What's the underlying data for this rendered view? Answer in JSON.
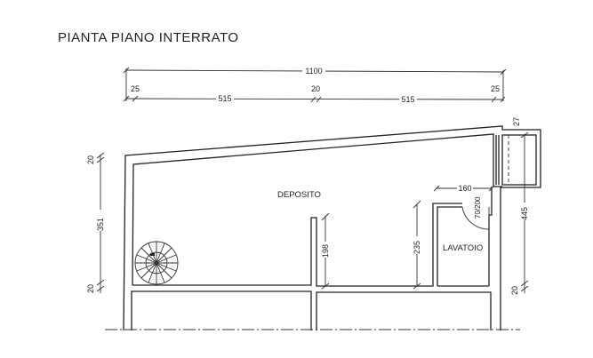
{
  "title": "PIANTA PIANO INTERRATO",
  "rooms": {
    "deposito": "DEPOSITO",
    "lavatoio": "LAVATOIO"
  },
  "dimensions": {
    "total_width": "1100",
    "left_wall": "25",
    "left_span": "515",
    "mid_wall": "20",
    "right_span": "515",
    "right_wall": "25",
    "left_top_wall": "20",
    "left_height": "351",
    "left_bottom_wall": "20",
    "partition_height": "198",
    "lavatoio_height": "235",
    "lavatoio_width": "160",
    "door": "70/200",
    "right_top": "27",
    "right_height": "445",
    "right_bottom_wall": "20"
  }
}
